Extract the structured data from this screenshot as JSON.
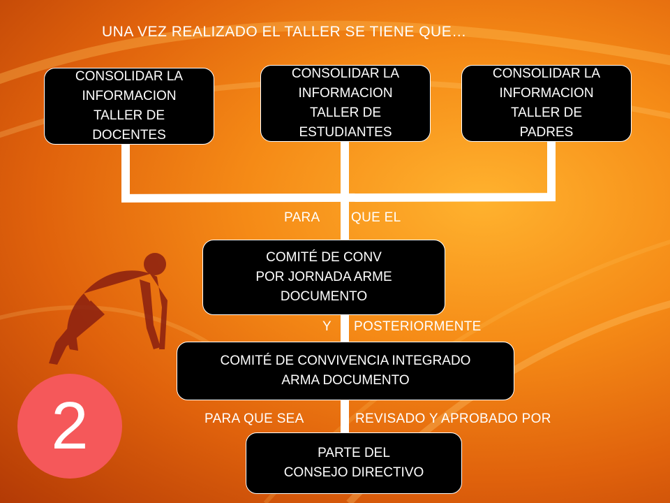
{
  "header": {
    "text": "UNA VEZ REALIZADO EL TALLER SE TIENE QUE…"
  },
  "top_boxes": [
    {
      "lines": [
        "CONSOLIDAR LA",
        "INFORMACION",
        "TALLER DE",
        "DOCENTES"
      ]
    },
    {
      "lines": [
        "CONSOLIDAR LA",
        "INFORMACION",
        "TALLER DE",
        "ESTUDIANTES"
      ]
    },
    {
      "lines": [
        "CONSOLIDAR LA",
        "INFORMACION",
        "TALLER DE",
        "PADRES"
      ]
    }
  ],
  "connector_labels": {
    "para": "PARA",
    "que_el": "QUE EL",
    "y": "Y",
    "posteriormente": "POSTERIORMENTE",
    "para_que_sea": "PARA QUE SEA",
    "revisado": "REVISADO Y APROBADO POR"
  },
  "committee_box": {
    "lines": [
      "COMITÉ DE CONV",
      "POR JORNADA  ARME",
      "DOCUMENTO"
    ]
  },
  "integrated_box": {
    "lines": [
      "COMITÉ DE CONVIVENCIA  INTEGRADO",
      "ARMA DOCUMENTO"
    ]
  },
  "council_box": {
    "lines": [
      "PARTE DEL",
      "CONSEJO DIRECTIVO"
    ]
  },
  "badge": {
    "number": "2"
  },
  "colors": {
    "background": "#f58a16",
    "badge": "#f5585a",
    "box": "#000000",
    "text": "#ffffff"
  }
}
